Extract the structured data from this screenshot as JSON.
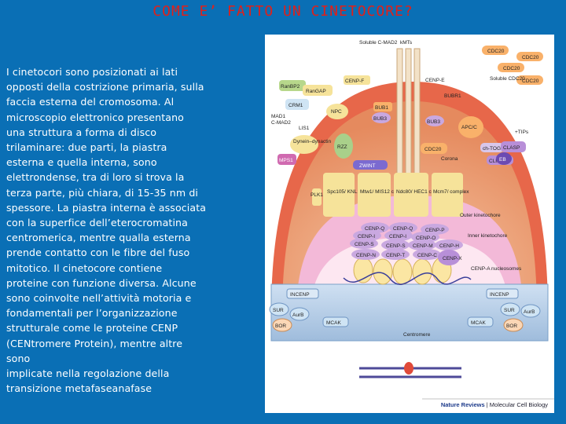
{
  "slide": {
    "title": "COME E’ FATTO UN CINETOCORE?",
    "paragraph_lines": [
      "I cinetocori sono posizionati ai lati",
      "opposti della costrizione primaria, sulla",
      "faccia esterna del cromosoma. Al",
      "microscopio elettronico presentano",
      "una struttura a forma di disco",
      "trilaminare: due parti, la piastra",
      "esterna e quella interna, sono",
      "elettrondense, tra di loro si trova la",
      "terza parte, più chiara, di 15-35 nm di",
      "spessore. La piastra interna è associata",
      "con la superfice dell’eterocromatina",
      "centromerica, mentre qualla esterna",
      "prende contatto con le fibre del fuso",
      "mitotico. Il cinetocore contiene",
      "proteine con funzione diversa. Alcune",
      "sono coinvolte nell’attività motoria e",
      "fondamentali per l’organizzazione",
      "strutturale come le proteine CENP",
      "(CENtromere Protein), mentre altre",
      "sono",
      "implicate nella regolazione della",
      "transizione metafaseanafase"
    ]
  },
  "figure": {
    "credit_brand": "Nature Reviews",
    "credit_journal": "| Molecular Cell Biology",
    "labels": {
      "soluble_cmad2": "Soluble C-MAD2",
      "kmts": "kMTs",
      "cdc20_a": "CDC20",
      "cdc20_b": "CDC20",
      "cdc20_c": "CDC20",
      "cdc20_d": "CDC20",
      "soluble_cdc20": "Soluble CDC20",
      "ranbp2": "RanBP2",
      "rangap": "RanGAP",
      "crm1": "CRM1",
      "cenpf": "CENP-F",
      "cenpe": "CENP-E",
      "bubr1": "BUBR1",
      "npc": "NPC",
      "bub1": "BUB1",
      "bub3_a": "BUB3",
      "bub3_b": "BUB3",
      "mad1": "MAD1",
      "cmad2": "C-MAD2",
      "lis1": "LIS1",
      "apcc": "APC/C",
      "tips": "+TIPs",
      "dynein": "Dynein–dynactin",
      "rzz": "RZZ",
      "cdc20_e": "CDC20",
      "chtog": "ch-TOG",
      "clasp": "CLASP",
      "mps1": "MPS1",
      "corona": "Corona",
      "clip170": "CLIP170",
      "eb": "EB",
      "zwint": "ZWINT",
      "plk1": "PLK1",
      "spc105": "Spc105/ KNL1",
      "mis12": "Mtw1/ MIS12 complex",
      "ndc80": "Ndc80/ HEC1 complex",
      "mcm7": "Mcm7/ complex",
      "outer_kinetochore": "Outer kinetochore",
      "inner_kinetochore": "Inner kinetochore",
      "cenpq": "CENP-Q",
      "cenpp": "CENP-P",
      "cenpi": "CENP-I",
      "cenpo": "CENP-O",
      "cenps": "CENP-S",
      "cenpm": "CENP-M",
      "cenph": "CENP-H",
      "cenpn": "CENP-N",
      "cenpt": "CENP-T",
      "cenpc": "CENP-C",
      "cenpx": "CENP-X",
      "cenpa": "CENP-A nucleosomes",
      "incenp_l": "INCENP",
      "incenp_r": "INCENP",
      "sur_l": "SUR",
      "aurb_l": "AurB",
      "bor_l": "BOR",
      "sur_r": "SUR",
      "aurb_r": "AurB",
      "bor_r": "BOR",
      "mcak_l": "MCAK",
      "mcak_r": "MCAK",
      "centromere": "Centromere"
    }
  }
}
